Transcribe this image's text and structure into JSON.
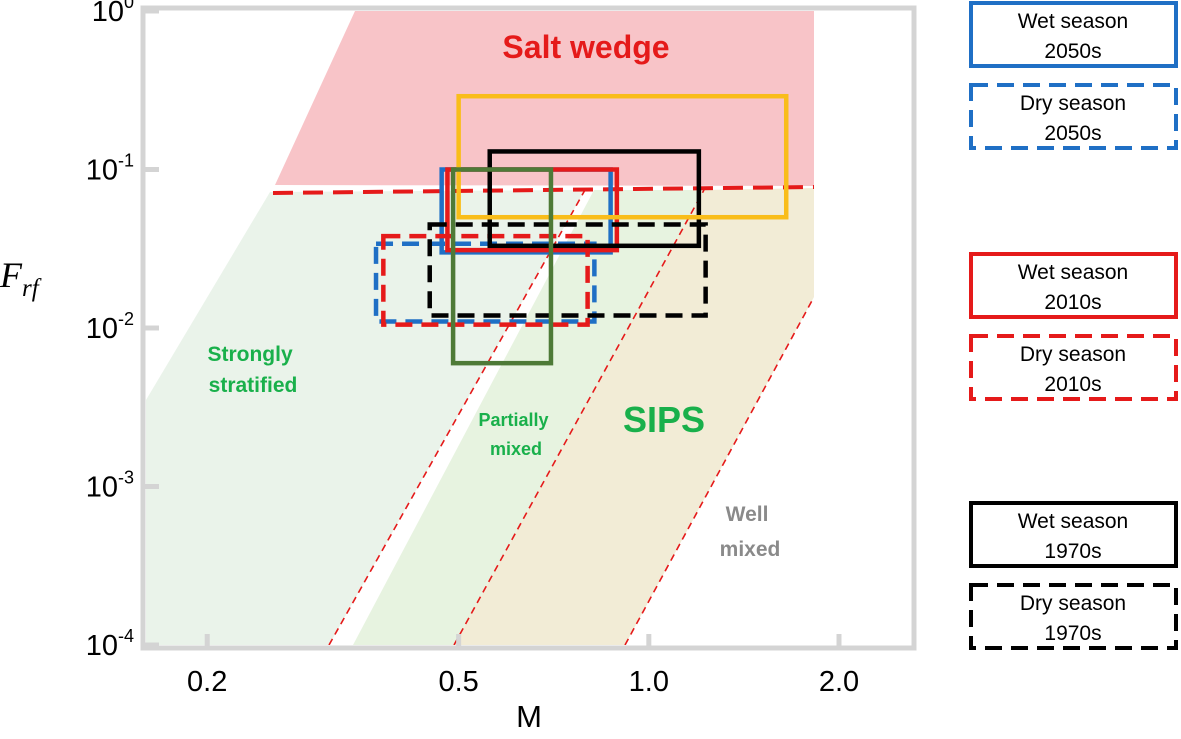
{
  "chart_data": {
    "type": "estuarine-classification-diagram",
    "xlabel": "M",
    "ylabel": "F_rf",
    "x_scale": "log",
    "y_scale": "log",
    "xlim": [
      0.16,
      2.6
    ],
    "ylim": [
      0.0001,
      1
    ],
    "x_ticks": [
      {
        "value": 0.2,
        "label": "0.2"
      },
      {
        "value": 0.5,
        "label": "0.5"
      },
      {
        "value": 1.0,
        "label": "1.0"
      },
      {
        "value": 2.0,
        "label": "2.0"
      }
    ],
    "y_ticks": [
      {
        "value": 1,
        "base": "10",
        "exp": "0"
      },
      {
        "value": 0.1,
        "base": "10",
        "exp": "-1"
      },
      {
        "value": 0.01,
        "base": "10",
        "exp": "-2"
      },
      {
        "value": 0.001,
        "base": "10",
        "exp": "-3"
      },
      {
        "value": 0.0001,
        "base": "10",
        "exp": "-4"
      }
    ],
    "regions": {
      "salt_wedge": {
        "label": "Salt wedge",
        "color": "#f8c4c8"
      },
      "strongly_stratified": {
        "label_lines": [
          "Strongly",
          "stratified"
        ],
        "color": "#eaf3ea"
      },
      "partially_mixed": {
        "label_lines": [
          "Partially",
          "mixed"
        ],
        "color": "#e3f1da"
      },
      "sips": {
        "label": "SIPS",
        "color": "#f2ecd6"
      },
      "well_mixed": {
        "label_lines": [
          "Well",
          "mixed"
        ]
      }
    },
    "annotation_colors": {
      "green": "#19b04b",
      "red": "#e51a1a",
      "gray": "#8a8a8a"
    },
    "boundary_color": "#e51a1a",
    "boxes": [
      {
        "series": "Wet season 2050s",
        "color": "#1f6fc5",
        "style": "solid",
        "xmin": 0.47,
        "xmax": 0.87,
        "ymin": 0.03,
        "ymax": 0.1
      },
      {
        "series": "Dry season 2050s",
        "color": "#1f6fc5",
        "style": "dashed",
        "xmin": 0.37,
        "xmax": 0.82,
        "ymin": 0.011,
        "ymax": 0.034
      },
      {
        "series": "Wet season 2010s",
        "color": "#e51a1a",
        "style": "solid",
        "xmin": 0.48,
        "xmax": 0.89,
        "ymin": 0.031,
        "ymax": 0.1
      },
      {
        "series": "Dry season 2010s",
        "color": "#e51a1a",
        "style": "dashed",
        "xmin": 0.38,
        "xmax": 0.8,
        "ymin": 0.0105,
        "ymax": 0.038
      },
      {
        "series": "Wet season 1970s",
        "color": "#000000",
        "style": "solid",
        "xmin": 0.56,
        "xmax": 1.2,
        "ymin": 0.033,
        "ymax": 0.13
      },
      {
        "series": "Dry season 1970s",
        "color": "#000000",
        "style": "dashed",
        "xmin": 0.45,
        "xmax": 1.23,
        "ymin": 0.012,
        "ymax": 0.045
      },
      {
        "series": "",
        "color": "#f9bd1a",
        "style": "solid",
        "xmin": 0.5,
        "xmax": 1.65,
        "ymin": 0.05,
        "ymax": 0.29
      },
      {
        "series": "",
        "color": "#4e7a37",
        "style": "solid",
        "xmin": 0.49,
        "xmax": 0.7,
        "ymin": 0.006,
        "ymax": 0.1
      }
    ],
    "legend": {
      "placement": "right",
      "entries": [
        {
          "line1": "Wet season",
          "line2": "2050s",
          "color": "#1f6fc5",
          "style": "solid"
        },
        {
          "line1": "Dry season",
          "line2": "2050s",
          "color": "#1f6fc5",
          "style": "dashed"
        },
        {
          "line1": "Wet season",
          "line2": "2010s",
          "color": "#e51a1a",
          "style": "solid"
        },
        {
          "line1": "Dry season",
          "line2": "2010s",
          "color": "#e51a1a",
          "style": "dashed"
        },
        {
          "line1": "Wet season",
          "line2": "1970s",
          "color": "#000000",
          "style": "solid"
        },
        {
          "line1": "Dry season",
          "line2": "1970s",
          "color": "#000000",
          "style": "dashed"
        }
      ]
    }
  }
}
